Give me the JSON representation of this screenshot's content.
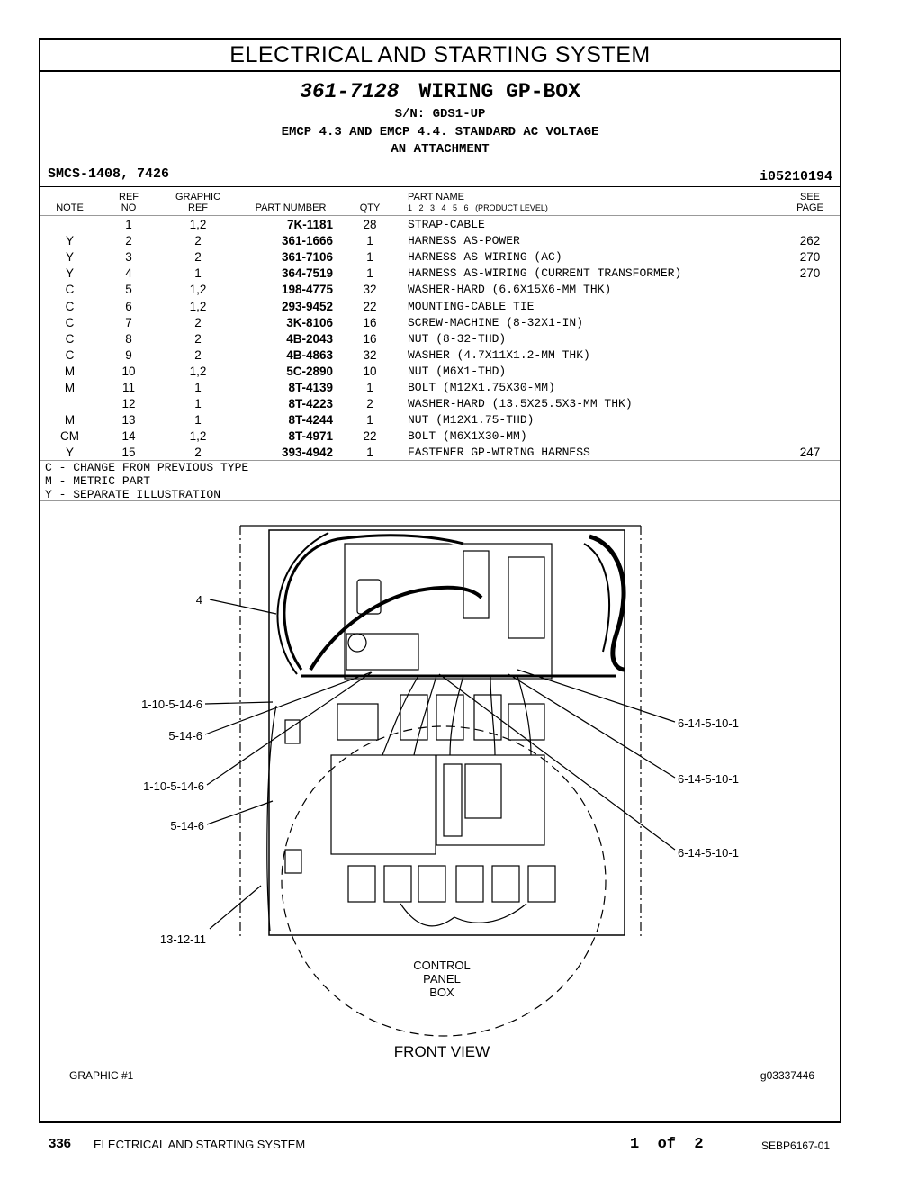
{
  "section_title": "ELECTRICAL AND STARTING SYSTEM",
  "part": {
    "number": "361-7128",
    "name": "WIRING GP-BOX",
    "serial": "S/N: GDS1-UP",
    "desc1": "EMCP 4.3 AND EMCP 4.4. STANDARD AC VOLTAGE",
    "desc2": "AN ATTACHMENT"
  },
  "smcs": "SMCS-1408, 7426",
  "ident": "i05210194",
  "columns": {
    "note": "NOTE",
    "ref1": "REF",
    "ref2": "NO",
    "graphic1": "GRAPHIC",
    "graphic2": "REF",
    "part_number": "PART NUMBER",
    "qty": "QTY",
    "part_name": "PART NAME",
    "levels": "1   2   3   4   5   6",
    "product_level": "(PRODUCT LEVEL)",
    "see1": "SEE",
    "see2": "PAGE"
  },
  "rows": [
    {
      "note": "",
      "ref": "1",
      "graphic": "1,2",
      "pn": "7K-1181",
      "qty": "28",
      "name": "STRAP-CABLE",
      "see": ""
    },
    {
      "note": "Y",
      "ref": "2",
      "graphic": "2",
      "pn": "361-1666",
      "qty": "1",
      "name": "HARNESS AS-POWER",
      "see": "262"
    },
    {
      "note": "Y",
      "ref": "3",
      "graphic": "2",
      "pn": "361-7106",
      "qty": "1",
      "name": "HARNESS AS-WIRING (AC)",
      "see": "270"
    },
    {
      "note": "Y",
      "ref": "4",
      "graphic": "1",
      "pn": "364-7519",
      "qty": "1",
      "name": "HARNESS AS-WIRING (CURRENT TRANSFORMER)",
      "see": "270"
    },
    {
      "note": "C",
      "ref": "5",
      "graphic": "1,2",
      "pn": "198-4775",
      "qty": "32",
      "name": "WASHER-HARD (6.6X15X6-MM THK)",
      "see": ""
    },
    {
      "note": "C",
      "ref": "6",
      "graphic": "1,2",
      "pn": "293-9452",
      "qty": "22",
      "name": "MOUNTING-CABLE TIE",
      "see": ""
    },
    {
      "note": "C",
      "ref": "7",
      "graphic": "2",
      "pn": "3K-8106",
      "qty": "16",
      "name": "SCREW-MACHINE (8-32X1-IN)",
      "see": ""
    },
    {
      "note": "C",
      "ref": "8",
      "graphic": "2",
      "pn": "4B-2043",
      "qty": "16",
      "name": "NUT (8-32-THD)",
      "see": ""
    },
    {
      "note": "C",
      "ref": "9",
      "graphic": "2",
      "pn": "4B-4863",
      "qty": "32",
      "name": "WASHER (4.7X11X1.2-MM THK)",
      "see": ""
    },
    {
      "note": "M",
      "ref": "10",
      "graphic": "1,2",
      "pn": "5C-2890",
      "qty": "10",
      "name": "NUT (M6X1-THD)",
      "see": ""
    },
    {
      "note": "M",
      "ref": "11",
      "graphic": "1",
      "pn": "8T-4139",
      "qty": "1",
      "name": "BOLT (M12X1.75X30-MM)",
      "see": ""
    },
    {
      "note": "",
      "ref": "12",
      "graphic": "1",
      "pn": "8T-4223",
      "qty": "2",
      "name": "WASHER-HARD (13.5X25.5X3-MM THK)",
      "see": ""
    },
    {
      "note": "M",
      "ref": "13",
      "graphic": "1",
      "pn": "8T-4244",
      "qty": "1",
      "name": "NUT (M12X1.75-THD)",
      "see": ""
    },
    {
      "note": "CM",
      "ref": "14",
      "graphic": "1,2",
      "pn": "8T-4971",
      "qty": "22",
      "name": "BOLT (M6X1X30-MM)",
      "see": ""
    },
    {
      "note": "Y",
      "ref": "15",
      "graphic": "2",
      "pn": "393-4942",
      "qty": "1",
      "name": "FASTENER GP-WIRING HARNESS",
      "see": "247"
    }
  ],
  "legend": [
    "C - CHANGE FROM PREVIOUS TYPE",
    "M - METRIC PART",
    "Y - SEPARATE ILLUSTRATION"
  ],
  "illustration": {
    "callouts_left": [
      "4",
      "1-10-5-14-6",
      "5-14-6",
      "1-10-5-14-6",
      "5-14-6",
      "13-12-11"
    ],
    "callouts_right": [
      "6-14-5-10-1",
      "6-14-5-10-1",
      "6-14-5-10-1"
    ],
    "box_label": [
      "CONTROL",
      "PANEL",
      "BOX"
    ],
    "view": "FRONT VIEW",
    "graphic": "GRAPHIC #1",
    "graphic_id": "g03337446"
  },
  "footer": {
    "page": "336",
    "section": "ELECTRICAL AND STARTING SYSTEM",
    "page_of": "1  of  2",
    "doc": "SEBP6167-01"
  }
}
